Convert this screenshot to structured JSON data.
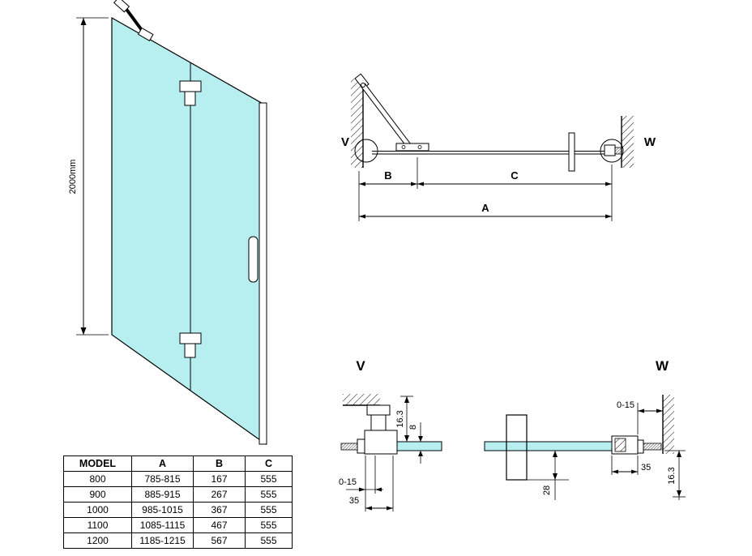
{
  "front_view": {
    "height_label": "2000mm"
  },
  "plan_view": {
    "left_marker": "V",
    "right_marker": "W",
    "dim_b_label": "B",
    "dim_c_label": "C",
    "dim_a_label": "A"
  },
  "detail_v": {
    "title": "V",
    "wall_to_glass": "16.3",
    "glass_thickness": "8",
    "adjust_range": "0-15",
    "profile_width": "35"
  },
  "detail_w": {
    "title": "W",
    "adjust_range": "0-15",
    "profile_width": "35",
    "wall_to_glass": "16.3",
    "bracket_depth": "28"
  },
  "size_table": {
    "headers": [
      "MODEL",
      "A",
      "B",
      "C"
    ],
    "rows": [
      [
        "800",
        "785-815",
        "167",
        "555"
      ],
      [
        "900",
        "885-915",
        "267",
        "555"
      ],
      [
        "1000",
        "985-1015",
        "367",
        "555"
      ],
      [
        "1100",
        "1085-1115",
        "467",
        "555"
      ],
      [
        "1200",
        "1185-1215",
        "567",
        "555"
      ]
    ]
  },
  "colors": {
    "glass": "#b7eff1"
  }
}
